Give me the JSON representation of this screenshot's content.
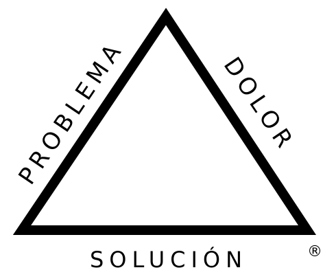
{
  "diagram": {
    "labels": {
      "left_side": "PROBLEMA",
      "right_side": "DOLOR",
      "base": "SOLUCIÓN"
    },
    "registered_mark": "®",
    "colors": {
      "stroke": "#000000",
      "background": "#ffffff",
      "text": "#000000"
    }
  }
}
